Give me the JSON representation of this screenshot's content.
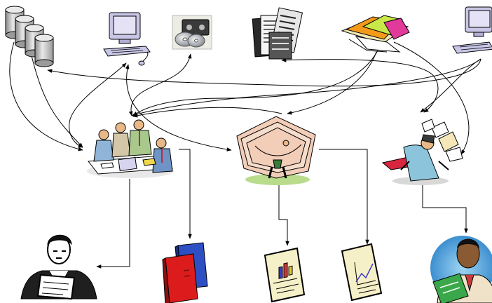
{
  "diagram": {
    "nodes": [
      {
        "id": "databases",
        "icon": "database-stack-icon"
      },
      {
        "id": "computer-left",
        "icon": "desktop-computer-icon"
      },
      {
        "id": "media",
        "icon": "disks-and-cassette-icon"
      },
      {
        "id": "newspapers",
        "icon": "newspaper-stack-icon"
      },
      {
        "id": "folders",
        "icon": "colored-folders-icon"
      },
      {
        "id": "computer-right",
        "icon": "desktop-computer-icon"
      },
      {
        "id": "team-meeting",
        "icon": "team-meeting-icon"
      },
      {
        "id": "overloaded-worker",
        "icon": "overloaded-worker-with-files-icon"
      },
      {
        "id": "stressed-worker",
        "icon": "stressed-worker-papers-flying-icon"
      },
      {
        "id": "reader",
        "icon": "man-reading-document-icon"
      },
      {
        "id": "binders",
        "icon": "binders-icon"
      },
      {
        "id": "report-bar",
        "icon": "bar-chart-report-icon"
      },
      {
        "id": "report-line",
        "icon": "line-chart-report-icon"
      },
      {
        "id": "presenter",
        "icon": "man-presenting-report-icon"
      }
    ],
    "colors": {
      "line": "#000000",
      "monitor": "#c8c6e6",
      "skin": "#e8b888",
      "paper": "#f6f0c8",
      "folder": "#f2cdb8",
      "binder_red": "#dc1c1c",
      "binder_blue": "#2e4fc4",
      "report_green": "#3aa84a"
    }
  }
}
